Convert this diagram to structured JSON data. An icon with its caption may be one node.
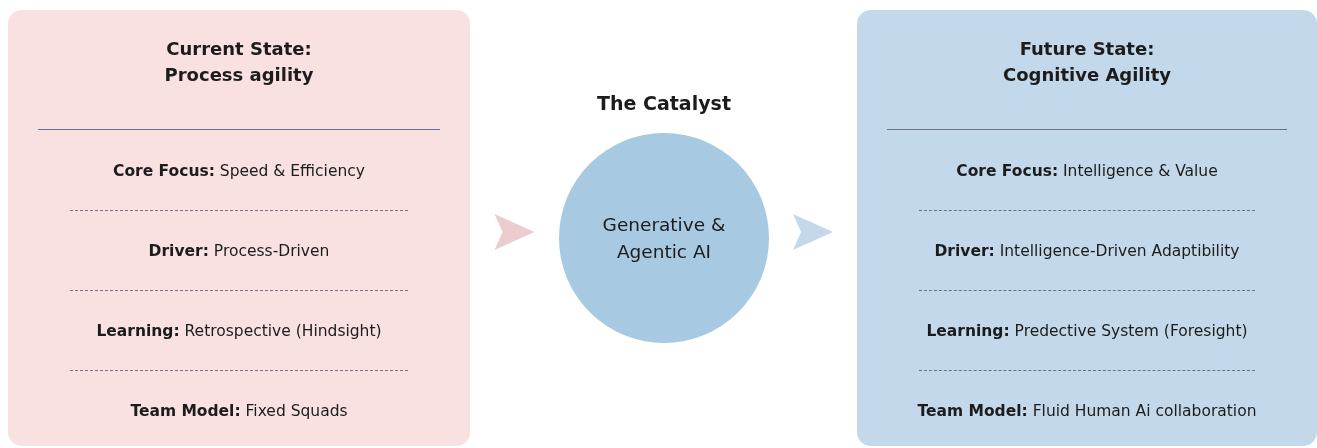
{
  "diagram": {
    "nodes": [
      {
        "text": [
          "Current State: Process agility",
          "**Core Focus:** Speed & Efficiency",
          "**Driver:** Process-Driven",
          "**Learning:** Retrospective (Hindsight)",
          "**Team Model:** Fixed Squads"
        ]
      },
      {
        "text": [
          "The Catalyst",
          "Generative & Agentic AI"
        ]
      },
      {
        "text": [
          "Future State: Cognitive Agility",
          "**Core Focus:** Intelligence & Value",
          "**Driver:** Intelligence-Driven Adaptibility",
          "**Learning:** Predective System (Foresight)",
          "**Team Model:** Fluid Human Ai collaboration"
        ]
      }
    ],
    "edges": [
      {
        "from": 0,
        "to": 1,
        "arrow": "to",
        "color": "#ebcdd0"
      },
      {
        "from": 1,
        "to": 2,
        "arrow": "to",
        "color": "#c3d9eb"
      }
    ]
  }
}
